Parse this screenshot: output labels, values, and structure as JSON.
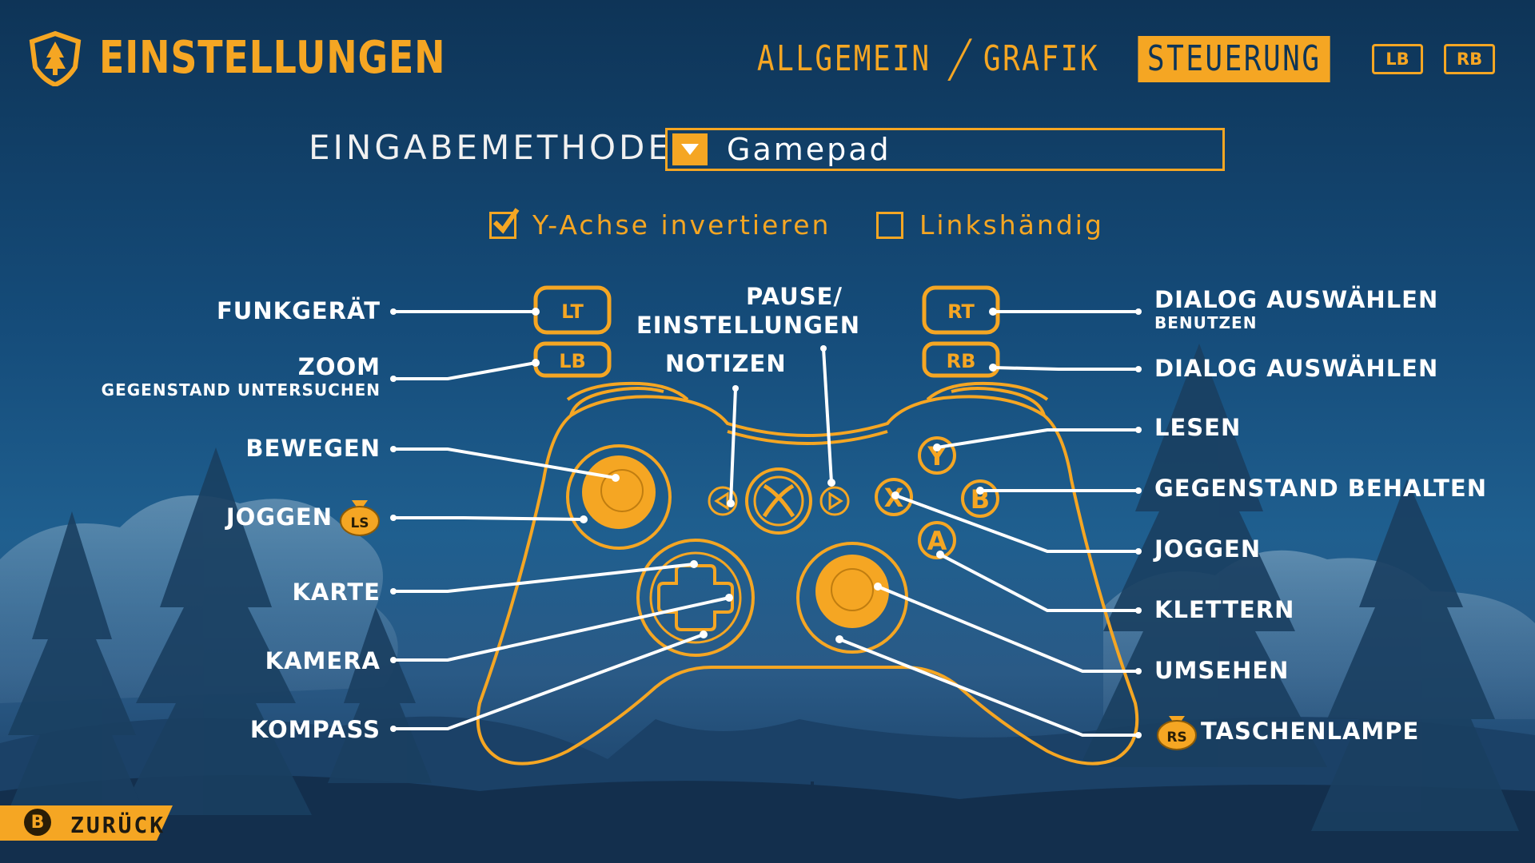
{
  "header": {
    "title": "EINSTELLUNGEN"
  },
  "tabs": [
    {
      "label": "ALLGEMEIN",
      "active": false
    },
    {
      "label": "GRAFIK",
      "active": false
    },
    {
      "label": "STEUERUNG",
      "active": true
    }
  ],
  "bumpers": {
    "left": "LB",
    "right": "RB"
  },
  "input_method": {
    "label": "EINGABEMETHODE:",
    "value": "Gamepad"
  },
  "options": {
    "invert_y": {
      "label": "Y-Achse invertieren",
      "checked": true
    },
    "left_handed": {
      "label": "Linkshändig",
      "checked": false
    }
  },
  "controller_buttons": {
    "lt": "LT",
    "lb": "LB",
    "rt": "RT",
    "rb": "RB",
    "y": "Y",
    "x": "X",
    "b": "B",
    "a": "A",
    "ls": "LS",
    "rs": "RS"
  },
  "mappings": {
    "funkgeraet": "FUNKGERÄT",
    "zoom": "ZOOM",
    "zoom_sub": "GEGENSTAND UNTERSUCHEN",
    "bewegen": "BEWEGEN",
    "joggen_left": "JOGGEN",
    "karte": "KARTE",
    "kamera": "KAMERA",
    "kompass": "KOMPASS",
    "pause": "PAUSE/",
    "pause2": "EINSTELLUNGEN",
    "notizen": "NOTIZEN",
    "rt": "DIALOG AUSWÄHLEN",
    "rt_sub": "BENUTZEN",
    "rb": "DIALOG AUSWÄHLEN",
    "lesen": "LESEN",
    "gegenstand": "GEGENSTAND BEHALTEN",
    "joggen_right": "JOGGEN",
    "klettern": "KLETTERN",
    "umsehen": "UMSEHEN",
    "taschenlampe": "TASCHENLAMPE"
  },
  "footer": {
    "back_key": "B",
    "back_label": "ZURÜCK"
  },
  "colors": {
    "accent": "#f5a623",
    "sky_dark": "#0e3457",
    "text": "#ffffff"
  }
}
